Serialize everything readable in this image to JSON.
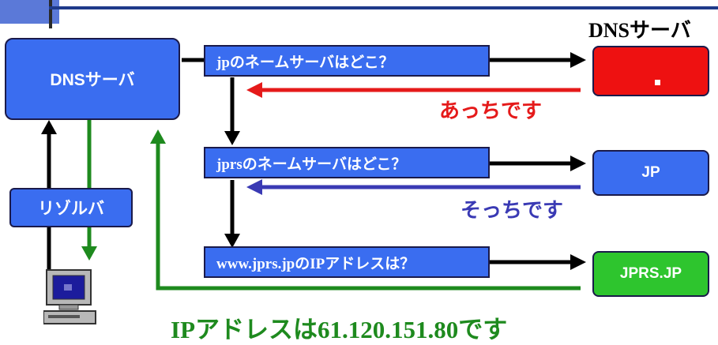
{
  "header": {
    "server_label": "DNSサーバ"
  },
  "nodes": {
    "local_dns": "DNSサーバ",
    "resolver": "リゾルバ",
    "root_server": "",
    "jp_server": "JP",
    "jprs_server": "JPRS.JP"
  },
  "queries": [
    "jpのネームサーバはどこ？",
    "jprsのネームサーバはどこ？",
    "www.jprs.jpのIPアドレスは？"
  ],
  "replies": [
    {
      "text": "あっちです",
      "color": "#e51a1a"
    },
    {
      "text": "そっちです",
      "color": "#3a3ab4"
    }
  ],
  "answer": {
    "text": "IPアドレスは61.120.151.80です",
    "color": "#1e8a1e"
  },
  "colors": {
    "blue_box": "#3a6df0",
    "red_box": "#ee1111",
    "green_box": "#2ec52e",
    "query_line": "#000000",
    "answer_line": "#1e8a1e"
  }
}
